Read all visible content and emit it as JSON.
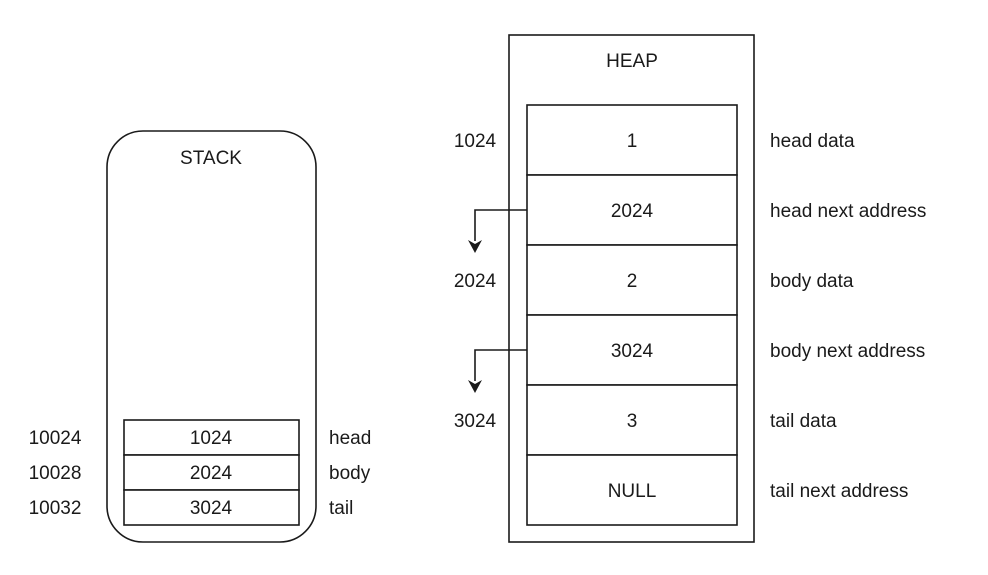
{
  "stack": {
    "title": "STACK",
    "rows": [
      {
        "address": "10024",
        "value": "1024",
        "name": "head"
      },
      {
        "address": "10028",
        "value": "2024",
        "name": "body"
      },
      {
        "address": "10032",
        "value": "3024",
        "name": "tail"
      }
    ]
  },
  "heap": {
    "title": "HEAP",
    "cells": [
      {
        "address": "1024",
        "value": "1",
        "description": "head data"
      },
      {
        "address": "",
        "value": "2024",
        "description": "head next address"
      },
      {
        "address": "2024",
        "value": "2",
        "description": "body data"
      },
      {
        "address": "",
        "value": "3024",
        "description": "body next address"
      },
      {
        "address": "3024",
        "value": "3",
        "description": "tail data"
      },
      {
        "address": "",
        "value": "NULL",
        "description": "tail next address"
      }
    ]
  }
}
